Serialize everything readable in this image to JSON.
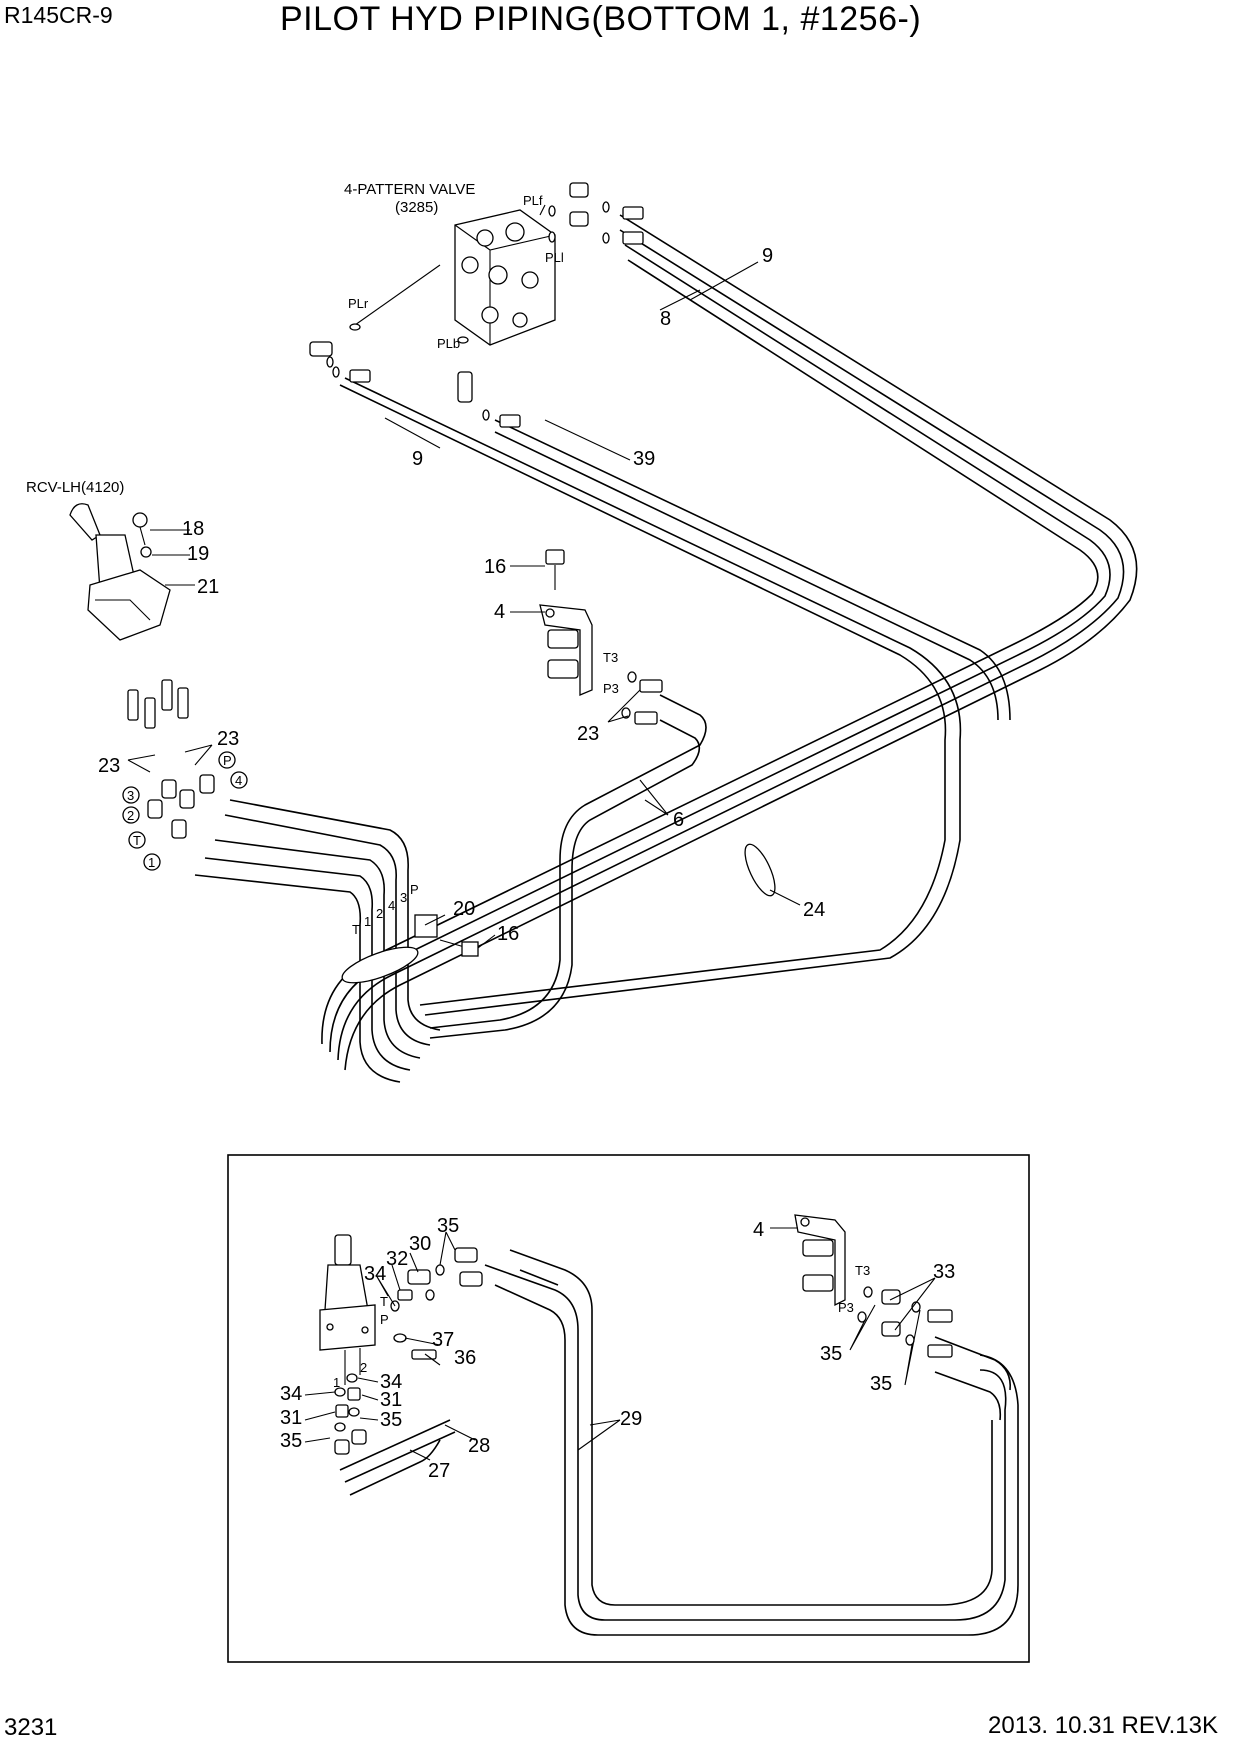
{
  "header": {
    "model": "R145CR-9",
    "title": "PILOT HYD PIPING(BOTTOM 1, #1256-)"
  },
  "footer": {
    "page_number": "3231",
    "revision": "2013. 10.31  REV.13K"
  },
  "upper_view": {
    "valve_caption": "4-PATTERN VALVE",
    "valve_ref": "(3285)",
    "rcv_caption": "RCV-LH(4120)",
    "port_labels": {
      "plf": "PLf",
      "pli": "PLl",
      "plr": "PLr",
      "plb": "PLb",
      "t3": "T3",
      "p3": "P3",
      "t": "T",
      "one": "1",
      "two": "2",
      "four": "4",
      "three": "3",
      "p": "P"
    },
    "circled_ports": {
      "c3": "3",
      "c2": "2",
      "cT": "T",
      "c1": "1",
      "cP": "P",
      "c4": "4"
    },
    "callouts": {
      "n9a": "9",
      "n8": "8",
      "n9b": "9",
      "n39": "39",
      "n18": "18",
      "n19": "19",
      "n21": "21",
      "n16a": "16",
      "n4": "4",
      "n23a": "23",
      "n23b": "23",
      "n23c": "23",
      "n6": "6",
      "n20": "20",
      "n16b": "16",
      "n24": "24"
    }
  },
  "inset_view": {
    "port_labels": {
      "t": "T",
      "p": "P",
      "one": "1",
      "two": "2",
      "t3": "T3",
      "p3": "P3"
    },
    "callouts": {
      "n35a": "35",
      "n30": "30",
      "n32": "32",
      "n34a": "34",
      "n37": "37",
      "n36": "36",
      "n34b": "34",
      "n34c": "34",
      "n31a": "31",
      "n31b": "31",
      "n35b": "35",
      "n35c": "35",
      "n28": "28",
      "n27": "27",
      "n29": "29",
      "n4": "4",
      "n33": "33",
      "n35d": "35",
      "n35e": "35"
    }
  }
}
